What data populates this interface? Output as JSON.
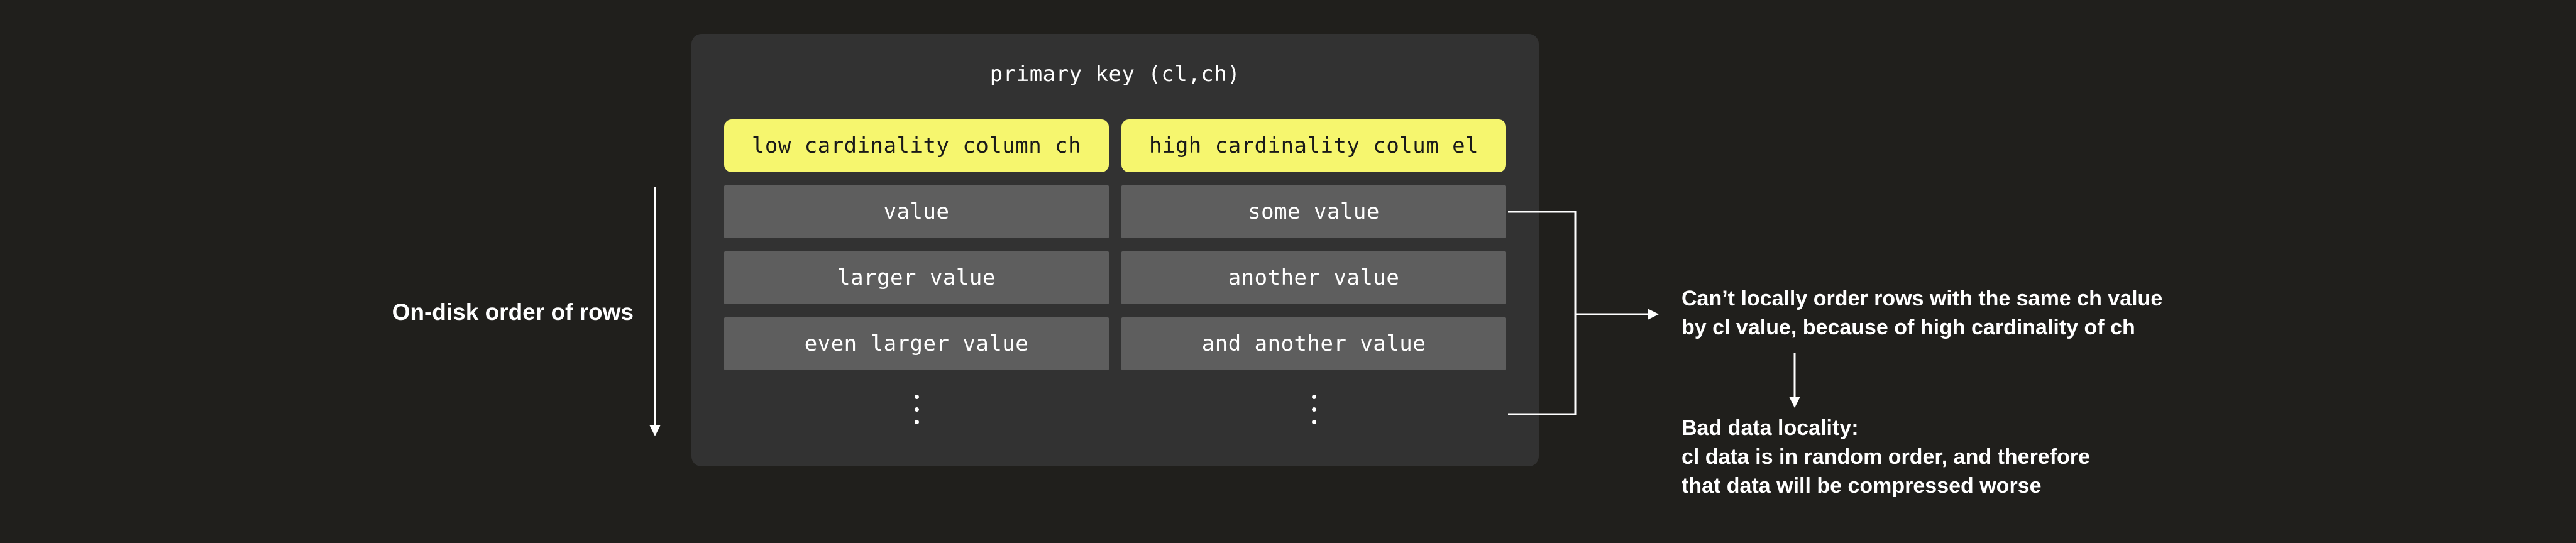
{
  "page": {
    "background_color": "#201f1c",
    "card_color": "#323232",
    "row_color": "#5e5e5e",
    "header_color": "#f6f66e",
    "text_color": "#ffffff",
    "line_color": "#ffffff"
  },
  "card": {
    "title": "primary key (cl,ch)",
    "columns": [
      {
        "header": "low cardinality column ch",
        "values": [
          "value",
          "larger value",
          "even larger value"
        ]
      },
      {
        "header": "high cardinality colum el",
        "values": [
          "some value",
          "another value",
          "and another value"
        ]
      }
    ]
  },
  "left_label": "On-disk order of rows",
  "annotations": [
    {
      "lines": [
        "Can’t locally order rows with the same ch value",
        "by cl value, because of high cardinality of ch"
      ]
    },
    {
      "lines": [
        "Bad data locality:",
        "cl data is in random order, and therefore",
        "that data will be compressed worse"
      ]
    }
  ]
}
